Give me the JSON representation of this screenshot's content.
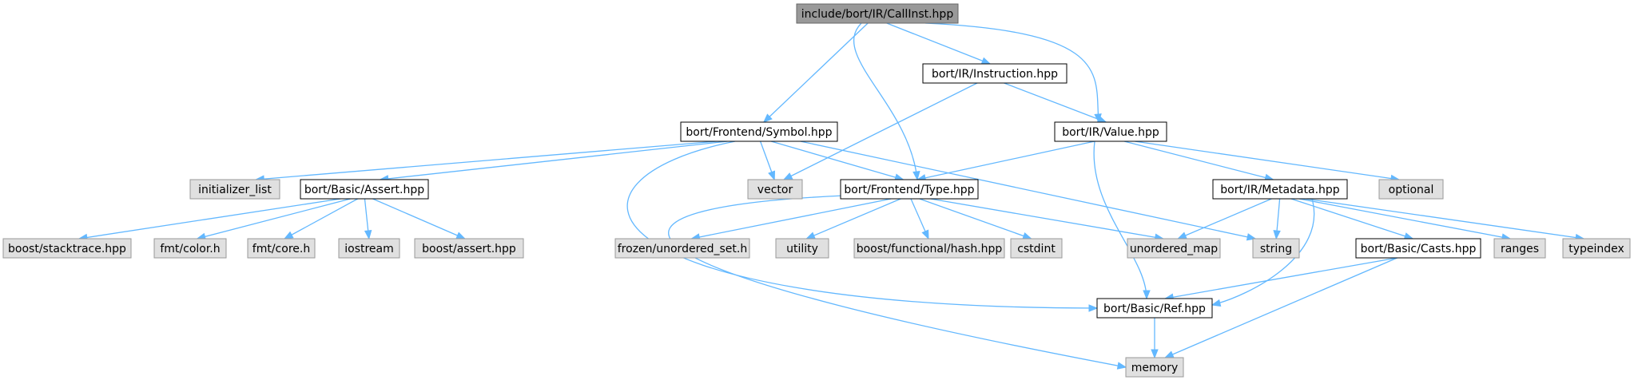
{
  "colors": {
    "root_fill": "#999999",
    "root_stroke": "#666666",
    "internal_fill": "#ffffff",
    "internal_stroke": "#000000",
    "external_fill": "#e0e0e0",
    "external_stroke": "#999999",
    "edge": "#63b8ff"
  },
  "nodes": [
    {
      "id": "callinst",
      "label": "include/bort/IR/CallInst.hpp",
      "kind": "root"
    },
    {
      "id": "instruction",
      "label": "bort/IR/Instruction.hpp",
      "kind": "internal"
    },
    {
      "id": "symbol",
      "label": "bort/Frontend/Symbol.hpp",
      "kind": "internal"
    },
    {
      "id": "value",
      "label": "bort/IR/Value.hpp",
      "kind": "internal"
    },
    {
      "id": "init_list",
      "label": "initializer_list",
      "kind": "external"
    },
    {
      "id": "assert",
      "label": "bort/Basic/Assert.hpp",
      "kind": "internal"
    },
    {
      "id": "vector",
      "label": "vector",
      "kind": "external"
    },
    {
      "id": "type",
      "label": "bort/Frontend/Type.hpp",
      "kind": "internal"
    },
    {
      "id": "metadata",
      "label": "bort/IR/Metadata.hpp",
      "kind": "internal"
    },
    {
      "id": "optional",
      "label": "optional",
      "kind": "external"
    },
    {
      "id": "stacktrace",
      "label": "boost/stacktrace.hpp",
      "kind": "external"
    },
    {
      "id": "fmtcolor",
      "label": "fmt/color.h",
      "kind": "external"
    },
    {
      "id": "fmtcore",
      "label": "fmt/core.h",
      "kind": "external"
    },
    {
      "id": "iostream",
      "label": "iostream",
      "kind": "external"
    },
    {
      "id": "boostassert",
      "label": "boost/assert.hpp",
      "kind": "external"
    },
    {
      "id": "frozen",
      "label": "frozen/unordered_set.h",
      "kind": "external"
    },
    {
      "id": "utility",
      "label": "utility",
      "kind": "external"
    },
    {
      "id": "hash",
      "label": "boost/functional/hash.hpp",
      "kind": "external"
    },
    {
      "id": "cstdint",
      "label": "cstdint",
      "kind": "external"
    },
    {
      "id": "unordered_map",
      "label": "unordered_map",
      "kind": "external"
    },
    {
      "id": "string",
      "label": "string",
      "kind": "external"
    },
    {
      "id": "casts",
      "label": "bort/Basic/Casts.hpp",
      "kind": "internal"
    },
    {
      "id": "ranges",
      "label": "ranges",
      "kind": "external"
    },
    {
      "id": "typeindex",
      "label": "typeindex",
      "kind": "external"
    },
    {
      "id": "ref",
      "label": "bort/Basic/Ref.hpp",
      "kind": "internal"
    },
    {
      "id": "memory",
      "label": "memory",
      "kind": "external"
    }
  ],
  "edges": [
    {
      "from": "callinst",
      "to": "symbol"
    },
    {
      "from": "callinst",
      "to": "type"
    },
    {
      "from": "callinst",
      "to": "instruction"
    },
    {
      "from": "callinst",
      "to": "value"
    },
    {
      "from": "instruction",
      "to": "vector"
    },
    {
      "from": "instruction",
      "to": "value"
    },
    {
      "from": "symbol",
      "to": "init_list"
    },
    {
      "from": "symbol",
      "to": "assert"
    },
    {
      "from": "symbol",
      "to": "vector"
    },
    {
      "from": "symbol",
      "to": "type"
    },
    {
      "from": "symbol",
      "to": "string"
    },
    {
      "from": "symbol",
      "to": "ref"
    },
    {
      "from": "value",
      "to": "type"
    },
    {
      "from": "value",
      "to": "metadata"
    },
    {
      "from": "value",
      "to": "optional"
    },
    {
      "from": "value",
      "to": "ref"
    },
    {
      "from": "assert",
      "to": "stacktrace"
    },
    {
      "from": "assert",
      "to": "fmtcolor"
    },
    {
      "from": "assert",
      "to": "fmtcore"
    },
    {
      "from": "assert",
      "to": "iostream"
    },
    {
      "from": "assert",
      "to": "boostassert"
    },
    {
      "from": "type",
      "to": "frozen"
    },
    {
      "from": "type",
      "to": "utility"
    },
    {
      "from": "type",
      "to": "hash"
    },
    {
      "from": "type",
      "to": "cstdint"
    },
    {
      "from": "type",
      "to": "unordered_map"
    },
    {
      "from": "type",
      "to": "memory"
    },
    {
      "from": "metadata",
      "to": "unordered_map"
    },
    {
      "from": "metadata",
      "to": "string"
    },
    {
      "from": "metadata",
      "to": "casts"
    },
    {
      "from": "metadata",
      "to": "ranges"
    },
    {
      "from": "metadata",
      "to": "typeindex"
    },
    {
      "from": "metadata",
      "to": "ref"
    },
    {
      "from": "casts",
      "to": "ref"
    },
    {
      "from": "casts",
      "to": "memory"
    },
    {
      "from": "ref",
      "to": "memory"
    }
  ]
}
